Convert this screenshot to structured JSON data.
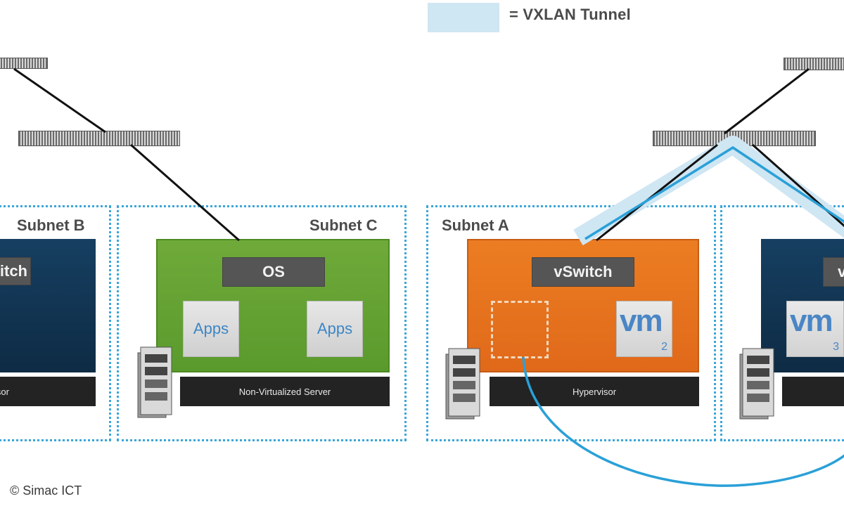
{
  "legend": {
    "label": "= VXLAN Tunnel",
    "swatch_color": "#cfe6f3"
  },
  "subnets": {
    "b": {
      "label": "Subnet B",
      "chip": "itch",
      "bar": "isor"
    },
    "c": {
      "label": "Subnet C",
      "chip": "OS",
      "apps": [
        "Apps",
        "Apps"
      ],
      "bar": "Non-Virtualized Server"
    },
    "a": {
      "label": "Subnet A",
      "chip": "vSwitch",
      "vm": {
        "word": "vm",
        "sub": "2"
      },
      "bar": "Hypervisor"
    },
    "d": {
      "chip": "v",
      "vm": {
        "word": "vm",
        "sub": "3"
      }
    }
  },
  "copyright": "© Simac ICT",
  "colors": {
    "tunnel": "#2aa0d8",
    "subnet_border": "#3aa6d8",
    "green": "#6faa3a",
    "orange": "#ec7d22",
    "navy": "#163f61"
  },
  "icons": [
    "network-switch-icon",
    "server-rack-icon"
  ]
}
